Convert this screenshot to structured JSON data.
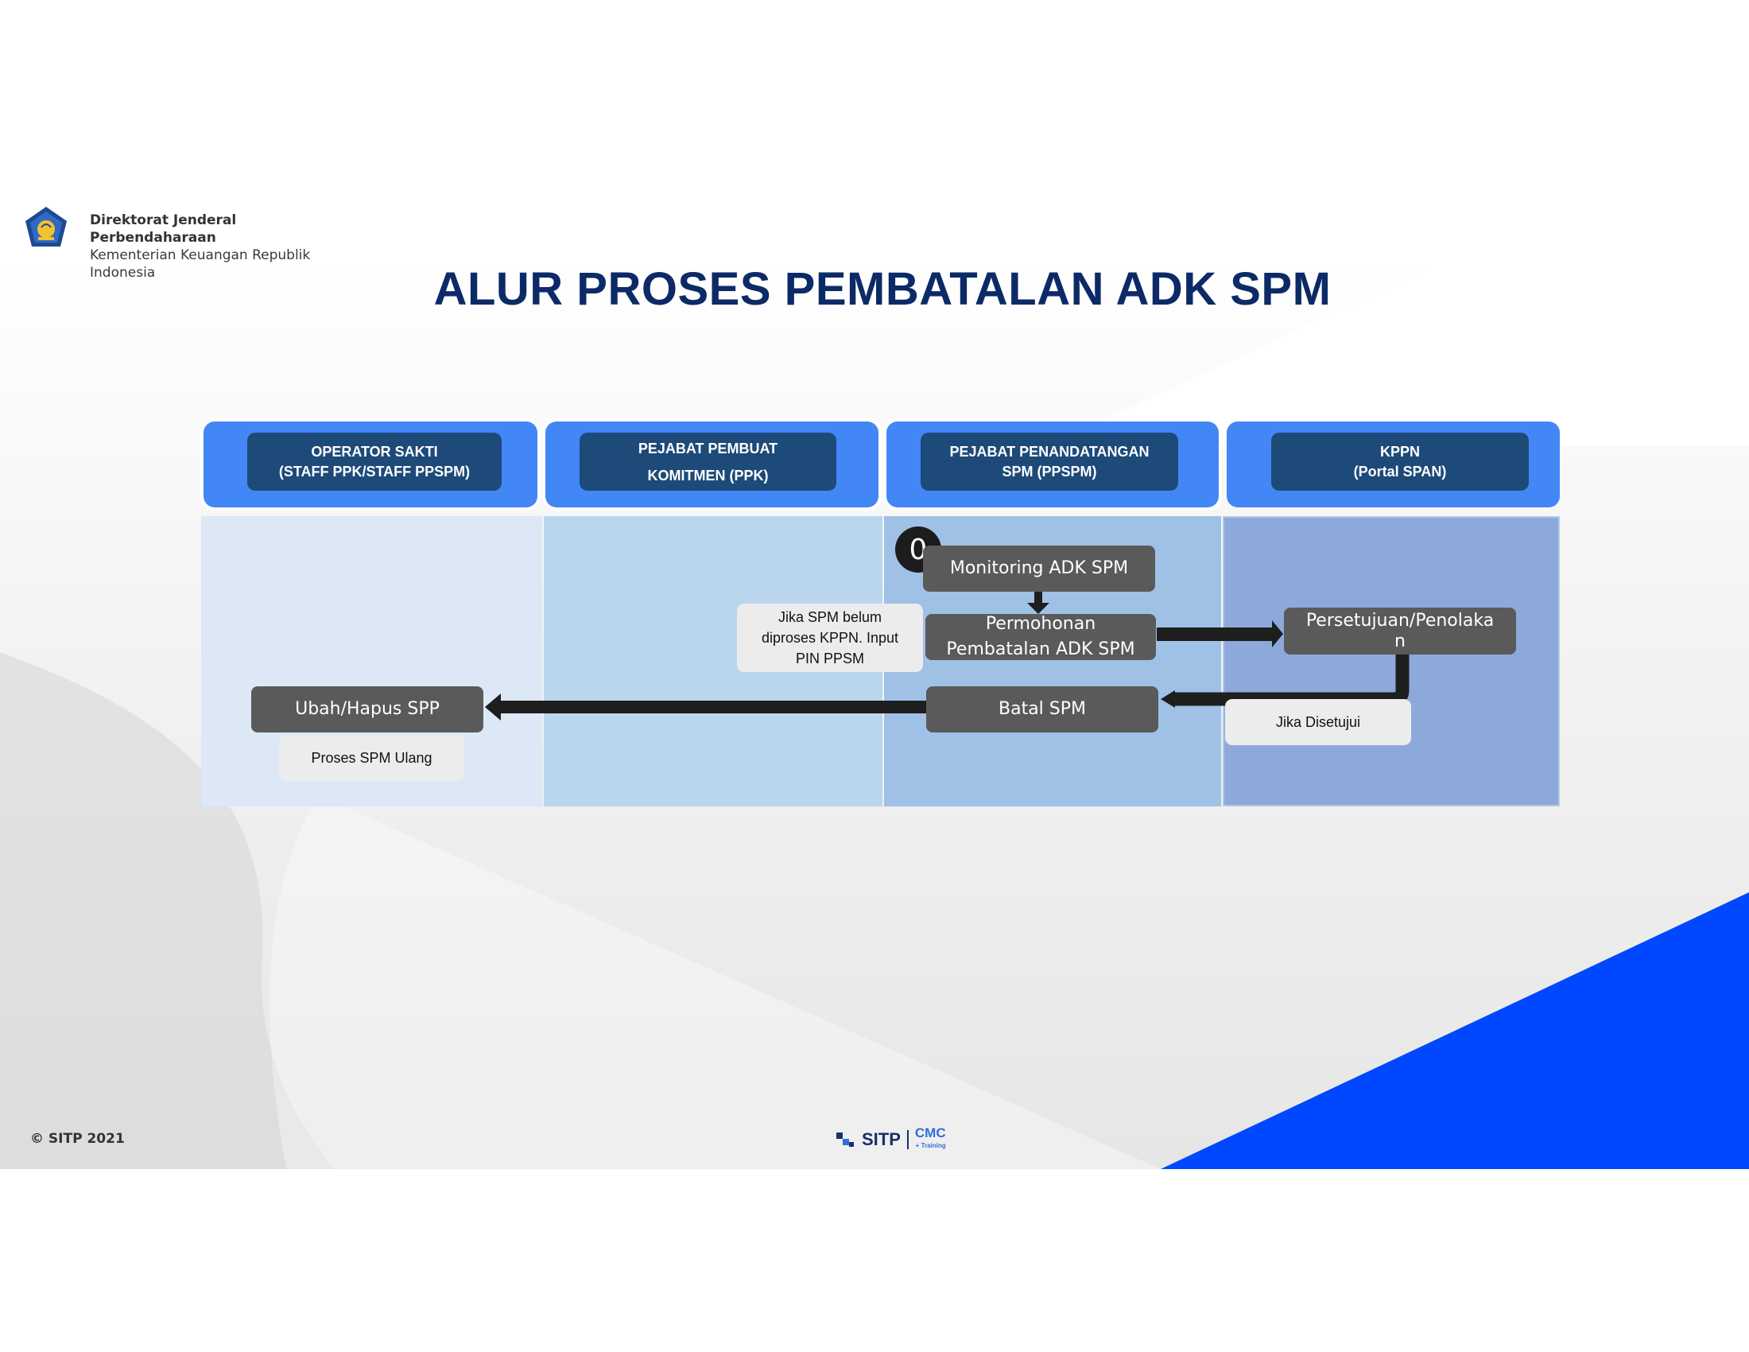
{
  "header": {
    "org_line1": "Direktorat Jenderal",
    "org_line2": "Perbendaharaan",
    "ministry_line1": "Kementerian Keuangan Republik",
    "ministry_line2": "Indonesia"
  },
  "title": "ALUR PROSES PEMBATALAN ADK SPM",
  "lanes": [
    {
      "line1": "OPERATOR SAKTI",
      "line2": "(STAFF PPK/STAFF PPSPM)"
    },
    {
      "line1": "PEJABAT PEMBUAT",
      "line2": "KOMITMEN  (PPK)"
    },
    {
      "line1": "PEJABAT PENANDATANGAN",
      "line2": "SPM (PPSPM)"
    },
    {
      "line1": "KPPN",
      "line2": "(Portal SPAN)"
    }
  ],
  "colors": {
    "lane_header": "#4287f5",
    "lane_header_inner": "#1d4a79",
    "lane_1": "#dce8f6",
    "lane_2": "#bad6ed",
    "lane_3": "#9fc1e6",
    "lane_4": "#8da9db",
    "process_box": "#5a5a5a",
    "note_box": "#ececec",
    "title": "#0c2a66",
    "accent_corner": "#0048ff"
  },
  "flow": {
    "step_badge": "0",
    "monitoring": "Monitoring ADK SPM",
    "permohonan_line1": "Permohonan",
    "permohonan_line2": "Pembatalan ADK SPM",
    "persetujuan_line1": "Persetujuan/Penolaka",
    "persetujuan_line2": "n",
    "batal": "Batal SPM",
    "ubah": "Ubah/Hapus SPP",
    "note_jika_spm_line1": "Jika SPM belum",
    "note_jika_spm_line2": "diproses KPPN. Input",
    "note_jika_spm_line3": "PIN PPSM",
    "note_disetujui": "Jika Disetujui",
    "note_proses_ulang": "Proses SPM Ulang"
  },
  "footer": {
    "copyright": "© SITP 2021",
    "brand_sitp": "SITP",
    "brand_cmc": "CMC",
    "brand_cmc_sub": "+ Training"
  }
}
